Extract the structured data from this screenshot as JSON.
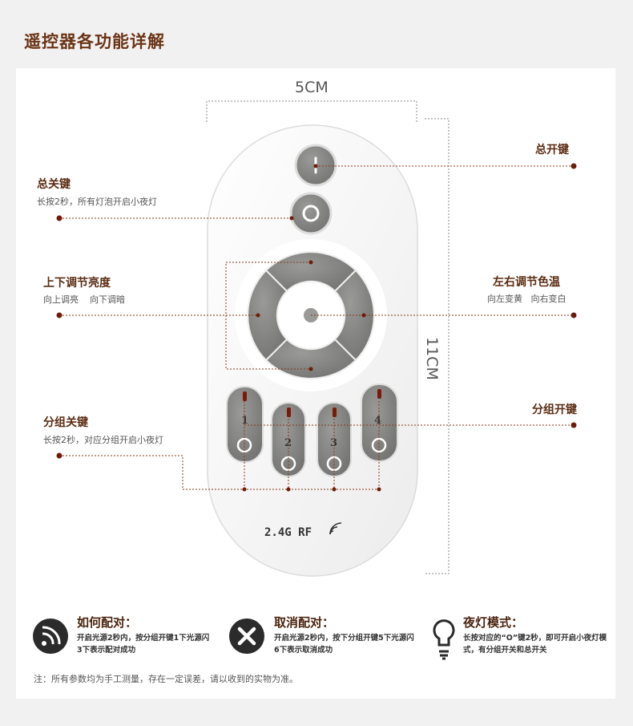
{
  "page_title": "遥控器各功能详解",
  "dimensions": {
    "width": "5CM",
    "height": "11CM"
  },
  "remote": {
    "brand": "2.4G RF",
    "group_numbers": [
      "1",
      "2",
      "3",
      "4"
    ]
  },
  "labels": {
    "total_switch": {
      "title": "总开键"
    },
    "total_off": {
      "title": "总关键",
      "desc": "长按2秒，所有灯泡开启小夜灯"
    },
    "brightness": {
      "title": "上下调节亮度",
      "desc": "向上调亮    向下调暗"
    },
    "color_temp": {
      "title": "左右调节色温",
      "desc": "向左变黄   向右变白"
    },
    "group_off": {
      "title": "分组关键",
      "desc": "长按2秒，对应分组开启小夜灯"
    },
    "group_on": {
      "title": "分组开键"
    }
  },
  "info": [
    {
      "title": "如何配对：",
      "text": "开启光源2秒内，按分组开键1下光源闪3下表示配对成功",
      "icon": "wifi-signal-icon"
    },
    {
      "title": "取消配对：",
      "text": "开启光源2秒内，按下分组开键5下光源闪6下表示取消成功",
      "icon": "close-x-icon"
    },
    {
      "title": "夜灯模式：",
      "text": "长按对应的“O”键2秒，即可开启小夜灯模式，有分组开关和总开关",
      "icon": "light-bulb-icon"
    }
  ],
  "note": "注：所有参数均为手工测量，存在一定误差，请以收到的实物为准。",
  "colors": {
    "accent": "#5a2c12",
    "button": "#7d7d7b",
    "leader": "#7a2a10"
  }
}
